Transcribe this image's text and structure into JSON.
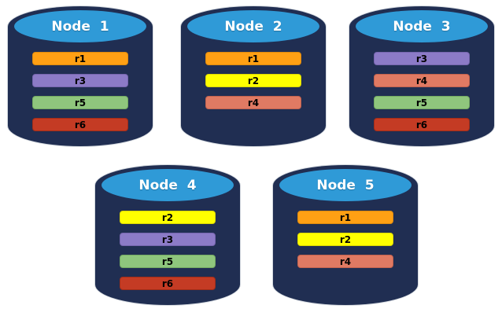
{
  "diagram": {
    "description": "Five database nodes with replicated records",
    "colors": {
      "cylinder_body": "#202E52",
      "cylinder_top": "#2F9AD7",
      "node_label_text": "#FFFFFF",
      "record_label_text": "#000000",
      "background": "#FFFFFF"
    },
    "record_colors": {
      "r1": {
        "bg": "#FFA014",
        "border": "#DE8A0E"
      },
      "r2": {
        "bg": "#FFFF00",
        "border": "#DCD800"
      },
      "r3": {
        "bg": "#8C7BC7",
        "border": "#7666AE"
      },
      "r4": {
        "bg": "#E07A63",
        "border": "#C2624E"
      },
      "r5": {
        "bg": "#8FC67D",
        "border": "#74AA62"
      },
      "r6": {
        "bg": "#C43B24",
        "border": "#A32D18"
      }
    },
    "nodes": [
      {
        "label": "Node  1",
        "records": [
          "r1",
          "r3",
          "r5",
          "r6"
        ]
      },
      {
        "label": "Node  2",
        "records": [
          "r1",
          "r2",
          "r4"
        ]
      },
      {
        "label": "Node  3",
        "records": [
          "r3",
          "r4",
          "r5",
          "r6"
        ]
      },
      {
        "label": "Node  4",
        "records": [
          "r2",
          "r3",
          "r5",
          "r6"
        ]
      },
      {
        "label": "Node  5",
        "records": [
          "r1",
          "r2",
          "r4"
        ]
      }
    ]
  }
}
